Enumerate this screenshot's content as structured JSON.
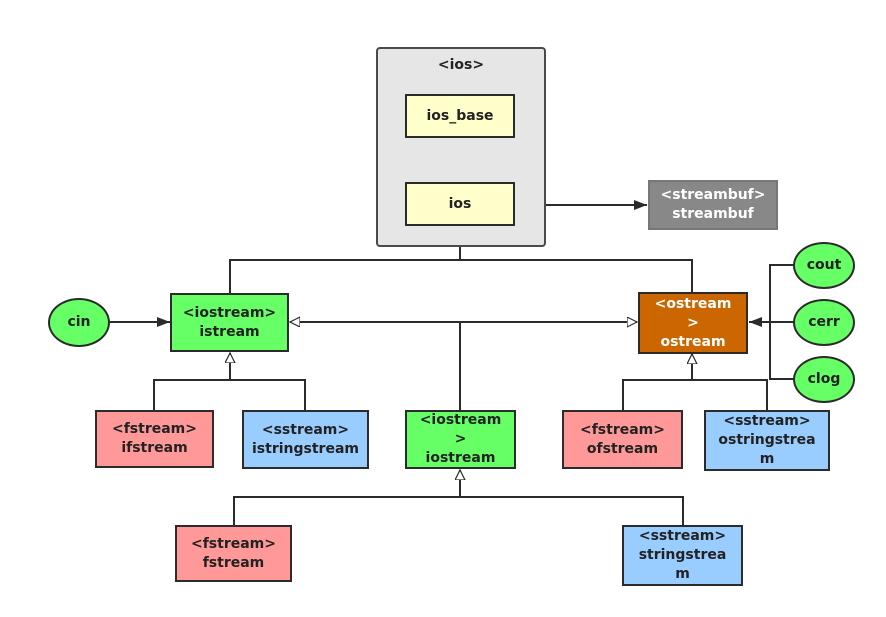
{
  "diagram": {
    "group_ios": {
      "title": "<ios>"
    },
    "nodes": {
      "ios_base": {
        "lines": [
          "ios_base"
        ]
      },
      "ios": {
        "lines": [
          "ios"
        ]
      },
      "streambuf": {
        "lines": [
          "<streambuf>",
          "streambuf"
        ]
      },
      "istream": {
        "lines": [
          "<iostream>",
          "istream"
        ]
      },
      "ostream": {
        "lines": [
          "<ostream",
          ">",
          "ostream"
        ]
      },
      "cin": {
        "lines": [
          "cin"
        ]
      },
      "cout": {
        "lines": [
          "cout"
        ]
      },
      "cerr": {
        "lines": [
          "cerr"
        ]
      },
      "clog": {
        "lines": [
          "clog"
        ]
      },
      "ifstream": {
        "lines": [
          "<fstream>",
          "ifstream"
        ]
      },
      "istringstream": {
        "lines": [
          "<sstream>",
          "istringstream"
        ]
      },
      "iostream": {
        "lines": [
          "<iostream",
          ">",
          "iostream"
        ]
      },
      "ofstream": {
        "lines": [
          "<fstream>",
          "ofstream"
        ]
      },
      "ostringstream": {
        "lines": [
          "<sstream>",
          "ostringstrea",
          "m"
        ]
      },
      "fstream": {
        "lines": [
          "<fstream>",
          "fstream"
        ]
      },
      "stringstream": {
        "lines": [
          "<sstream>",
          "stringstrea",
          "m"
        ]
      }
    },
    "colors": {
      "header_node": "#ffffcc",
      "istream_family": "#66ff66",
      "ostream": "#cc6600",
      "streambuf": "#888888",
      "fstream_family": "#ff9999",
      "sstream_family": "#99ccff",
      "stream_objects": "#66ff66",
      "group_background": "#e6e6e6"
    }
  }
}
